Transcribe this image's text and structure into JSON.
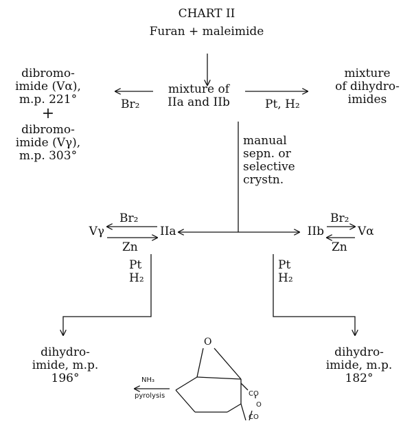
{
  "chart_title": "CHART II",
  "start": "Furan + maleimide",
  "left_products": {
    "v_alpha": "dibromo-\nimide (Vα),\nm.p. 221°",
    "plus": "+",
    "v_gamma": "dibromo-\nimide (Vγ),\nm.p. 303°"
  },
  "mixture": "mixture of\nIIa and IIb",
  "reagents": {
    "br2": "Br₂",
    "pt_h2": "Pt, H₂",
    "br2_left": "Br₂",
    "zn_left": "Zn",
    "br2_right": "Br₂",
    "zn_right": "Zn",
    "pt_left": "Pt\nH₂",
    "pt_right": "Pt\nH₂",
    "nh3": "NH₃",
    "pyrolysis": "pyrolysis"
  },
  "right_product": "mixture\nof dihydro-\nimides",
  "separation": "manual\nsepn. or\nselective\ncrystn.",
  "isomers": {
    "v_gamma": "Vγ",
    "iia": "IIa",
    "iib": "IIb",
    "v_alpha": "Vα"
  },
  "dihydro_left": "dihydro-\nimide, m.p.\n196°",
  "dihydro_right": "dihydro-\nimide, m.p.\n182°",
  "structure_labels": {
    "o_bridge": "O",
    "co_top": "CO",
    "o_ring": "O",
    "co_bottom": "CO"
  },
  "colors": {
    "ink": "#111111",
    "background": "#ffffff"
  }
}
